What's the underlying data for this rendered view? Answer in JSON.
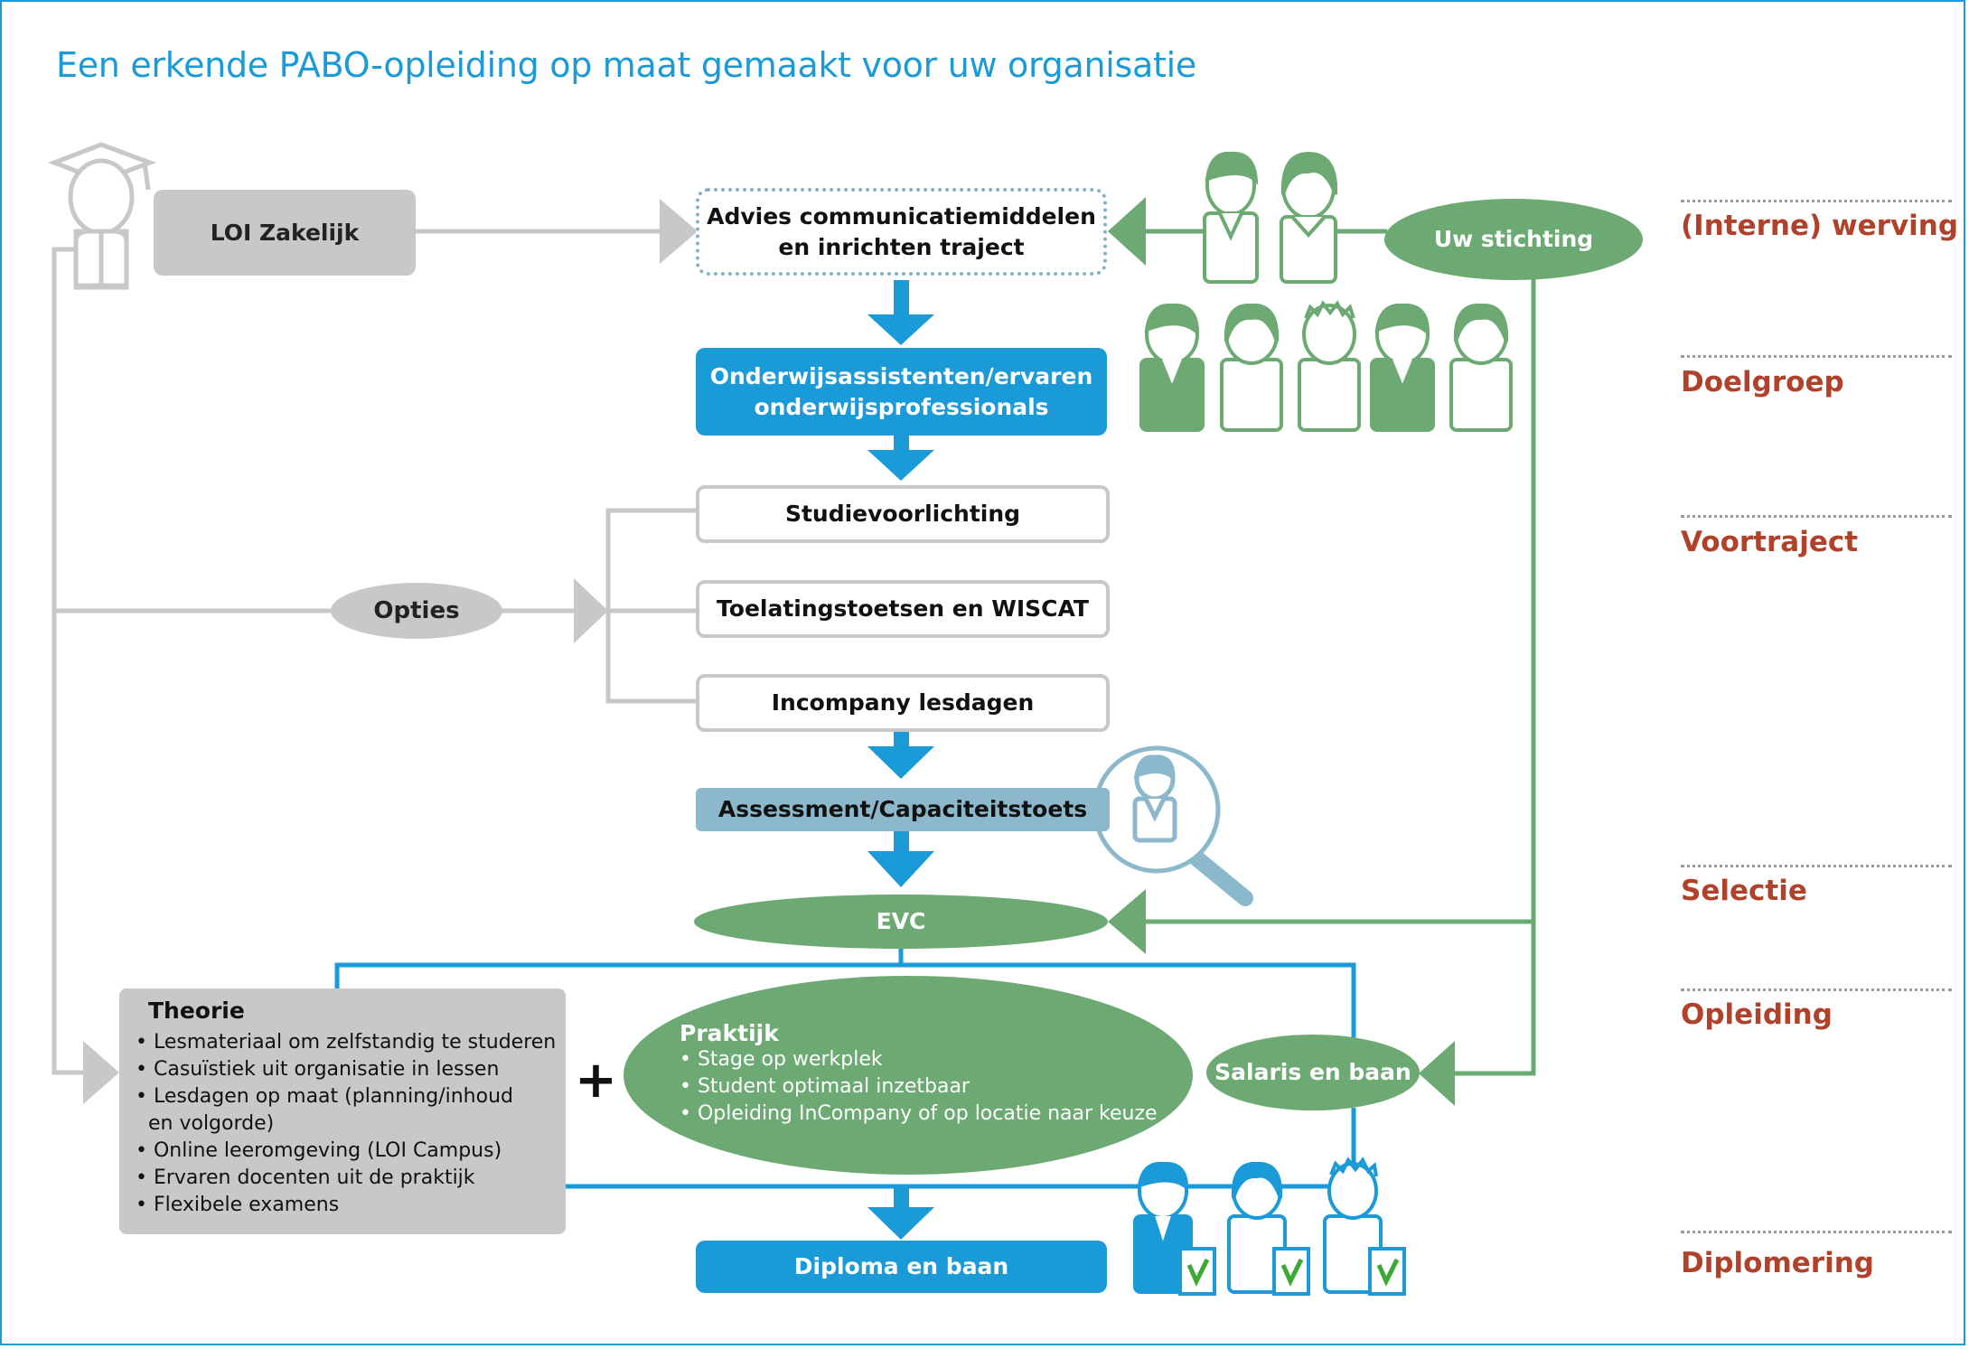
{
  "title": "Een erkende PABO-opleiding op maat gemaakt voor uw organisatie",
  "colors": {
    "blue": "#1a9ad6",
    "green": "#6daa73",
    "grey": "#c8c8c8",
    "steel": "#8cb8cc",
    "phase_red": "#b0422c"
  },
  "nodes": {
    "loi": "LOI Zakelijk",
    "advies": [
      "Advies communicatiemiddelen",
      "en inrichten traject"
    ],
    "stichting": "Uw stichting",
    "onderwijs": [
      "Onderwijsassistenten/ervaren",
      "onderwijsprofessionals"
    ],
    "studie": "Studievoorlichting",
    "toelating": "Toelatingstoetsen en WISCAT",
    "incompany": "Incompany lesdagen",
    "opties": "Opties",
    "assessment": "Assessment/Capaciteitstoets",
    "evc": "EVC",
    "salaris": "Salaris en baan",
    "diploma": "Diploma en baan",
    "plus": "+"
  },
  "theorie": {
    "title": "Theorie",
    "items": [
      "• Lesmateriaal om zelfstandig te studeren",
      "• Casuïstiek uit organisatie in lessen",
      "• Lesdagen op maat (planning/inhoud",
      "  en volgorde)",
      "• Online leeromgeving (LOI Campus)",
      "• Ervaren docenten uit de praktijk",
      "• Flexibele examens"
    ]
  },
  "praktijk": {
    "title": "Praktijk",
    "items": [
      "• Stage op werkplek",
      "• Student optimaal inzetbaar",
      "• Opleiding InCompany of op locatie naar keuze"
    ]
  },
  "phases": [
    "(Interne) werving",
    "Doelgroep",
    "Voortraject",
    "Selectie",
    "Opleiding",
    "Diplomering"
  ],
  "icons": [
    "graduate-icon",
    "staff-pair-icon",
    "target-group-icon",
    "magnifier-person-icon",
    "graduates-checked-icon"
  ]
}
